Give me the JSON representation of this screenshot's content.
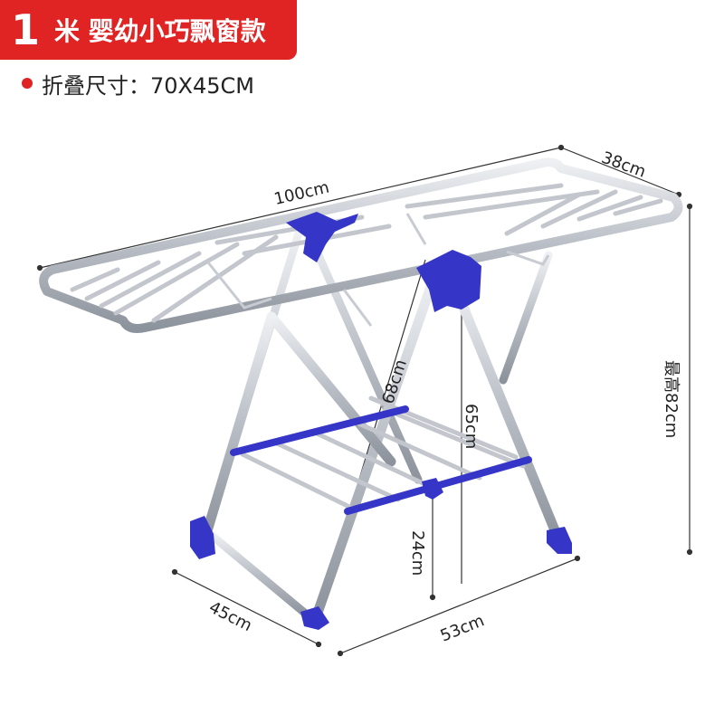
{
  "title": {
    "number": "1",
    "text": "米  婴幼小巧飘窗款"
  },
  "spec": "折叠尺寸：70X45CM",
  "dimensions": {
    "length": "100cm",
    "width": "38cm",
    "max_height": "最高82cm",
    "leg_length": "68cm",
    "mid_height": "65cm",
    "lower_shelf_height": "24cm",
    "base_depth": "45cm",
    "base_width": "53cm"
  },
  "colors": {
    "banner": "#e02424",
    "frame": "#c8ccd2",
    "joint": "#3535c8"
  }
}
